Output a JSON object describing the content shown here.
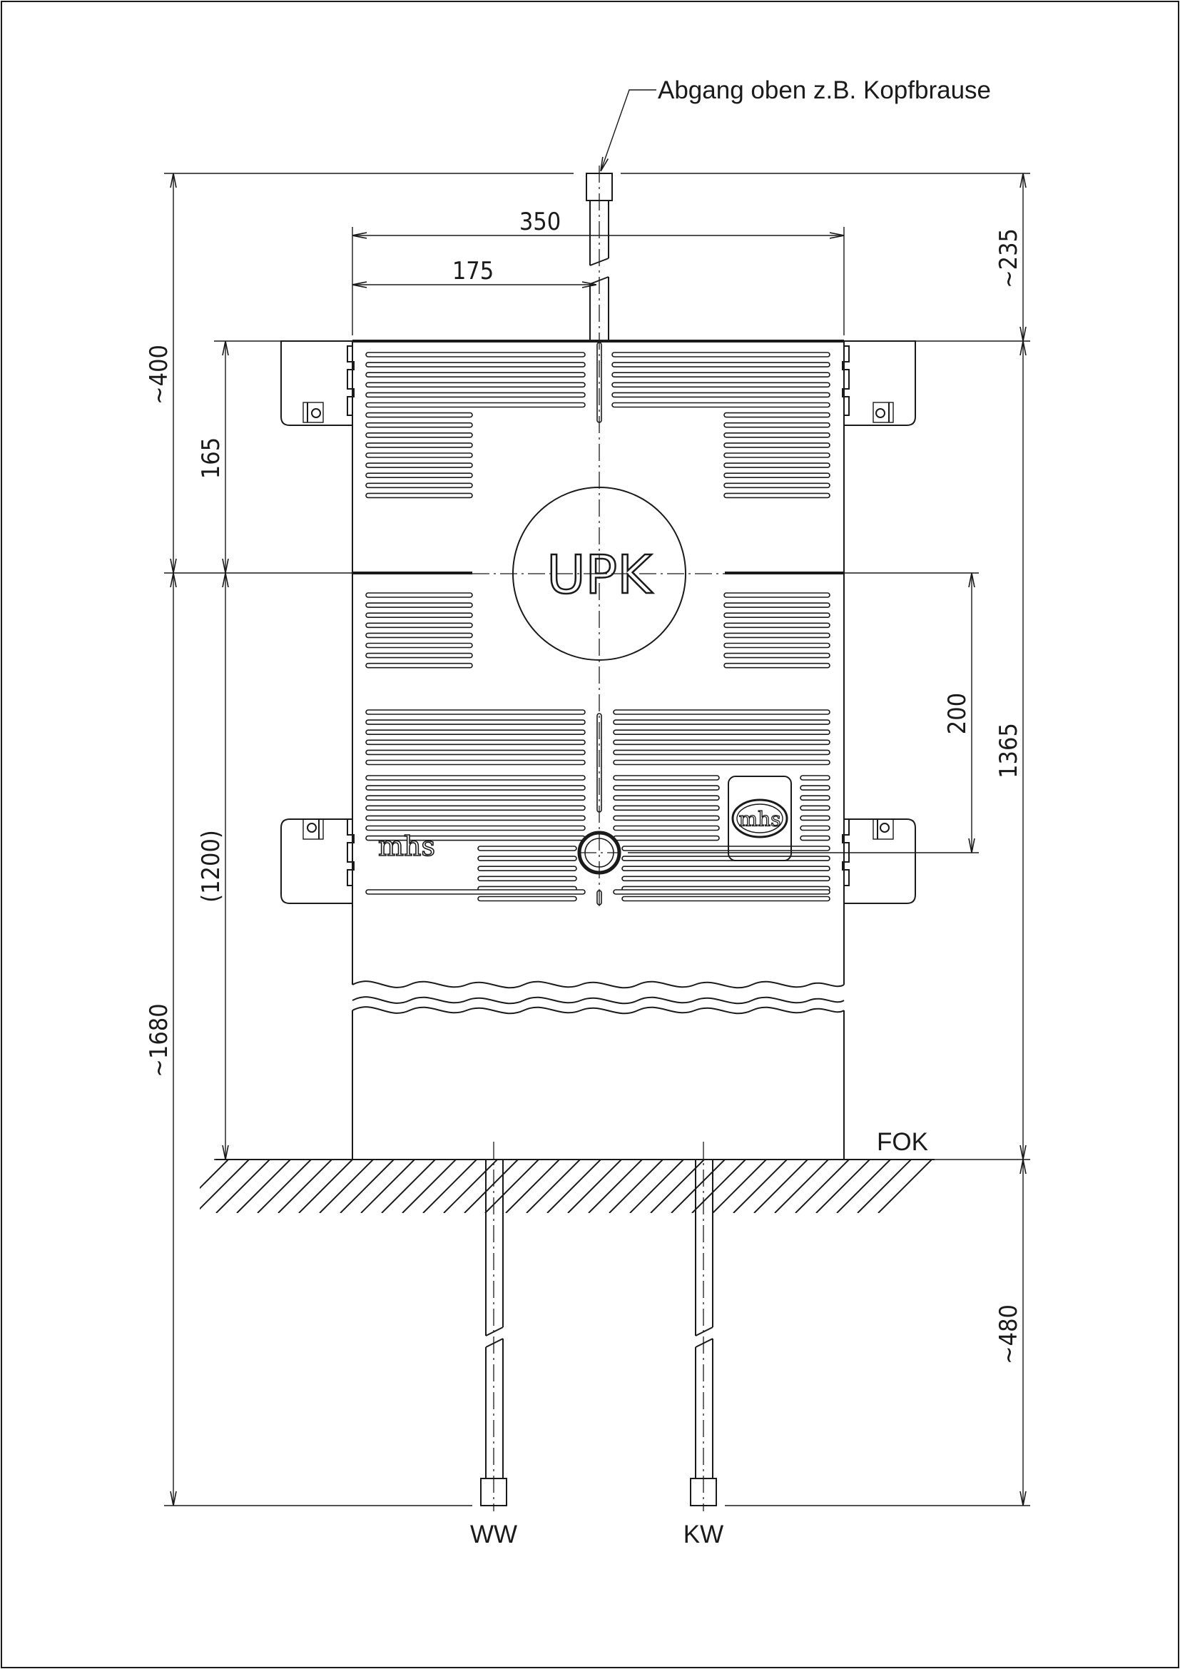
{
  "labels": {
    "outlet_top": "Abgang oben z.B. Kopfbrause",
    "floor": "FOK",
    "warm_water": "WW",
    "cold_water": "KW",
    "unit_mark": "UPK",
    "brand_left": "mhs",
    "brand_badge": "mhs"
  },
  "dimensions": {
    "width_total": "350",
    "width_half": "175",
    "top_outlet_height": "~235",
    "top_to_center": "~400",
    "bracket_to_center": "165",
    "center_to_lower": "200",
    "body_height": "1365",
    "lower_section": "(1200)",
    "overall_height": "~1680",
    "below_floor": "~480"
  }
}
